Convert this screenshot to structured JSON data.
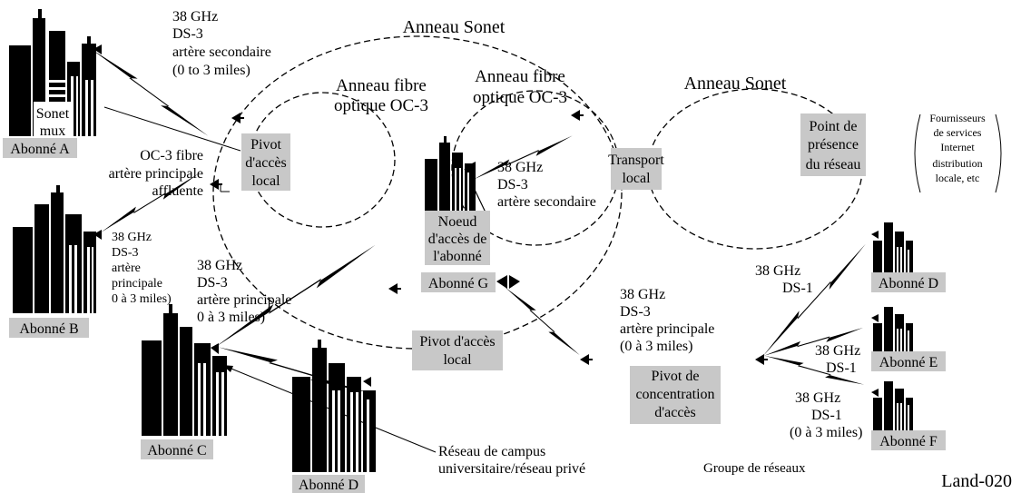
{
  "rings": {
    "sonet_main": "Anneau Sonet",
    "sonet_right": "Anneau Sonet",
    "fibre_left": [
      "Anneau fibre",
      "optique OC-3"
    ],
    "fibre_inner": [
      "Anneau fibre",
      "optique OC-3"
    ]
  },
  "links": {
    "link_a": [
      "38 GHz",
      "DS-3",
      "artère secondaire",
      "(0 to 3 miles)"
    ],
    "oc3": [
      "OC-3 fibre",
      "artère principale",
      "affluente"
    ],
    "link_b": [
      "38 GHz",
      "DS-3",
      "artère",
      "principale",
      "0 à 3 miles)"
    ],
    "link_c": [
      "38 GHz",
      "DS-3",
      "artère principale",
      "0 à 3 miles)"
    ],
    "link_g": [
      "38 GHz",
      "DS-3",
      "artère secondaire"
    ],
    "link_main": [
      "38 GHz",
      "DS-3",
      "artère principale",
      "(0 à 3 miles)"
    ],
    "link_d": [
      "38 GHz",
      "DS-1"
    ],
    "link_e": [
      "38 GHz",
      "DS-1"
    ],
    "link_f": [
      "38 GHz",
      "DS-1",
      "(0 à 3 miles)"
    ]
  },
  "nodes": {
    "sonet_mux": [
      "Sonet",
      "mux"
    ],
    "pivot_local_top": [
      "Pivot",
      "d'accès",
      "local"
    ],
    "transport_local": [
      "Transport",
      "local"
    ],
    "point_presence": [
      "Point de",
      "présence",
      "du réseau"
    ],
    "noeud_acces": [
      "Noeud",
      "d'accès de",
      "l'abonné"
    ],
    "pivot_local_bottom": [
      "Pivot d'accès",
      "local"
    ],
    "pivot_concentration": [
      "Pivot de",
      "concentration",
      "d'accès"
    ]
  },
  "subscribers": {
    "a": "Abonné A",
    "b": "Abonné B",
    "c": "Abonné C",
    "d_left": "Abonné D",
    "g": "Abonné G",
    "d_right": "Abonné D",
    "e": "Abonné E",
    "f": "Abonné F"
  },
  "notes": {
    "providers": [
      "Fournisseurs",
      "de services",
      "Internet",
      "distribution",
      "locale, etc"
    ],
    "campus": [
      "Réseau de campus",
      "universitaire/réseau privé"
    ],
    "groupe": "Groupe de réseaux",
    "figure_id": "Land-020"
  }
}
